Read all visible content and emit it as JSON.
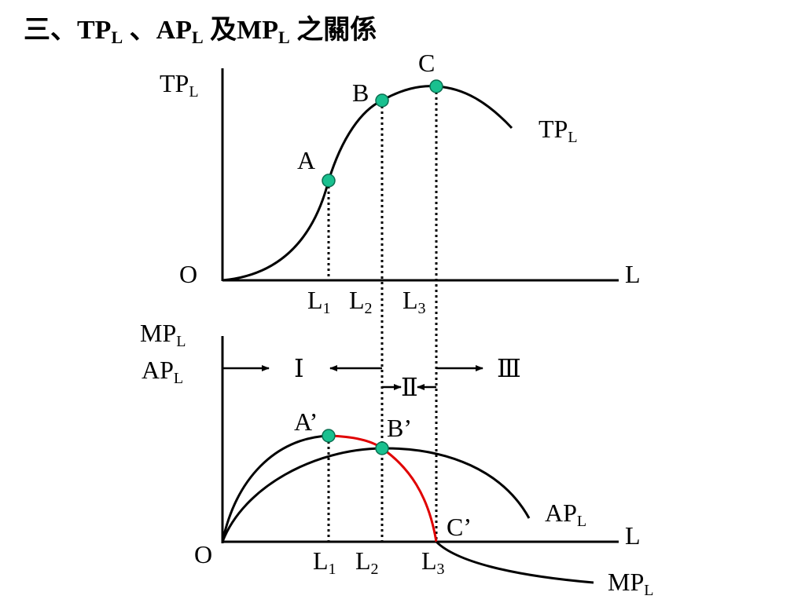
{
  "title": {
    "prefix": "三、",
    "tp_main": "TP",
    "tp_sub": "L",
    "sep": " 、",
    "ap_main": "AP",
    "ap_sub": "L",
    "conj": " 及",
    "mp_main": "MP",
    "mp_sub": "L",
    "suffix": " 之關係"
  },
  "top_panel": {
    "y_axis_main": "TP",
    "y_axis_sub": "L",
    "curve_label_main": "TP",
    "curve_label_sub": "L",
    "origin": "O",
    "x_axis": "L",
    "points": {
      "a": "A",
      "b": "B",
      "c": "C"
    },
    "ticks": [
      {
        "main": "L",
        "sub": "1"
      },
      {
        "main": "L",
        "sub": "2"
      },
      {
        "main": "L",
        "sub": "3"
      }
    ]
  },
  "bottom_panel": {
    "y_axis_line1_main": "MP",
    "y_axis_line1_sub": "L",
    "y_axis_line2_main": "AP",
    "y_axis_line2_sub": "L",
    "origin": "O",
    "x_axis": "L",
    "stages": {
      "one": "Ⅰ",
      "two": "Ⅱ",
      "three": "Ⅲ"
    },
    "points": {
      "a": "A’",
      "b": "B’",
      "c": "C’"
    },
    "ap_label_main": "AP",
    "ap_label_sub": "L",
    "mp_label_main": "MP",
    "mp_label_sub": "L",
    "ticks": [
      {
        "main": "L",
        "sub": "1"
      },
      {
        "main": "L",
        "sub": "2"
      },
      {
        "main": "L",
        "sub": "3"
      }
    ]
  },
  "colors": {
    "axis": "#000000",
    "curve": "#000000",
    "mp_highlight": "#e00000",
    "point_fill": "#19c08f",
    "point_stroke": "#0a6e50"
  }
}
